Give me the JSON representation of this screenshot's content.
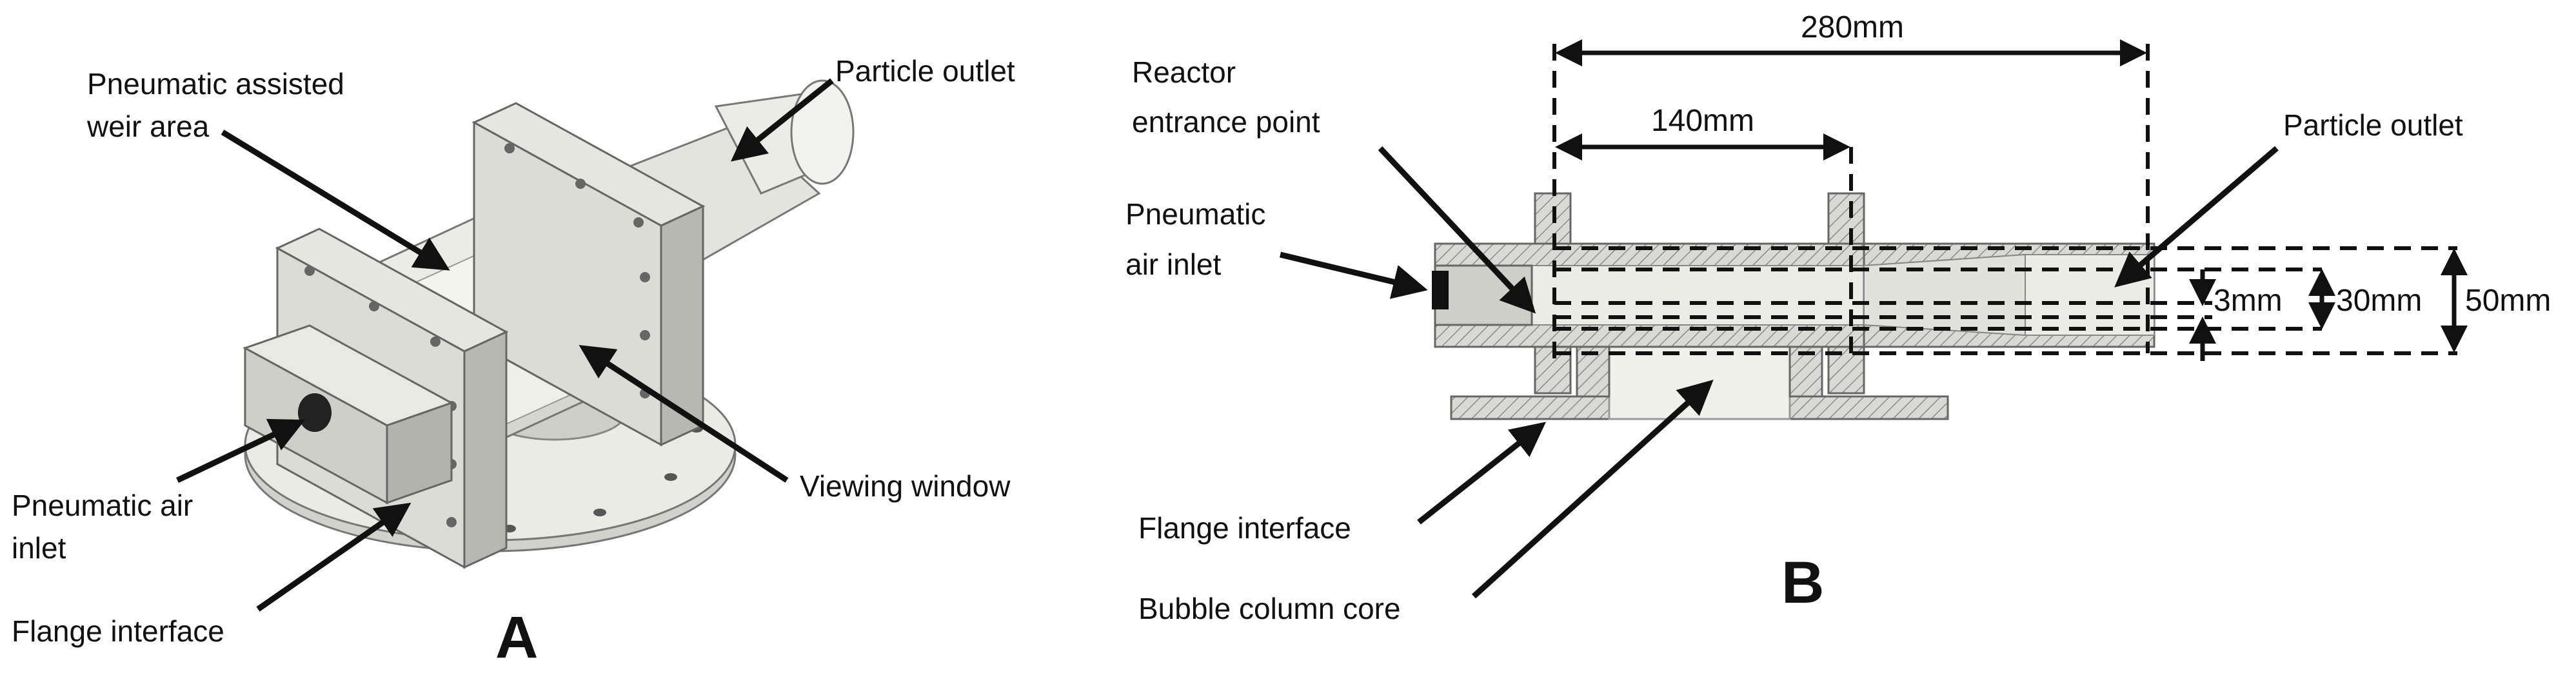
{
  "panel_a": {
    "letter": "A",
    "labels": {
      "weir_line1": "Pneumatic assisted",
      "weir_line2": "weir area",
      "particle_outlet": "Particle outlet",
      "air_inlet_line1": "Pneumatic air",
      "air_inlet_line2": "inlet",
      "flange": "Flange interface",
      "window": "Viewing window"
    }
  },
  "panel_b": {
    "letter": "B",
    "labels": {
      "reactor_line1": "Reactor",
      "reactor_line2": "entrance point",
      "air_inlet_line1": "Pneumatic",
      "air_inlet_line2": "air inlet",
      "particle_outlet": "Particle outlet",
      "flange": "Flange interface",
      "bubble": "Bubble column core"
    },
    "dimensions": {
      "total_length": "280mm",
      "section_length": "140mm",
      "d_small": "3mm",
      "d_mid": "30mm",
      "d_large": "50mm"
    }
  },
  "colors": {
    "line": "#111111",
    "body_light": "#e6e6e1",
    "body_mid": "#cfcfca",
    "body_dark": "#a9a9a4",
    "window": "#eef0e8"
  }
}
